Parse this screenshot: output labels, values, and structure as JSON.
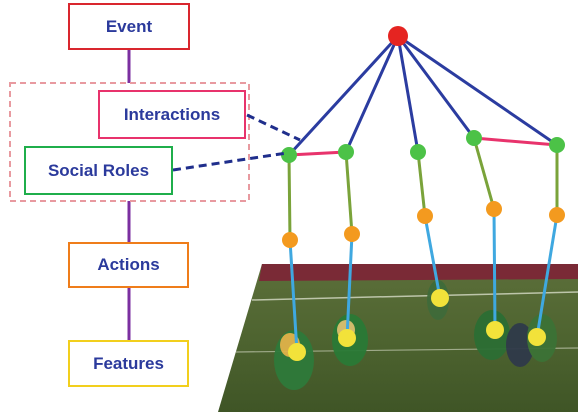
{
  "hierarchy": {
    "levels": [
      {
        "key": "event",
        "label": "Event",
        "color": "#d9262e"
      },
      {
        "key": "interactions",
        "label": "Interactions",
        "color": "#e8336c"
      },
      {
        "key": "social_roles",
        "label": "Social Roles",
        "color": "#1fae4b"
      },
      {
        "key": "actions",
        "label": "Actions",
        "color": "#ef7d1a"
      },
      {
        "key": "features",
        "label": "Features",
        "color": "#f2cf1d"
      }
    ],
    "link_color": "#7b2fa0",
    "group_box_color": "#e89aa0",
    "pointer_color": "#1f2e8c"
  },
  "graph": {
    "root_color": "#e52421",
    "edge_color": "#2b3ca0",
    "interaction_edge_color": "#e8336c",
    "role_action_edge_color": "#7aa33a",
    "action_feature_edge_color": "#3fa8e0",
    "node_colors": {
      "role": "#4cc247",
      "action": "#f39a1f",
      "feature": "#f2e23a"
    }
  },
  "scene": {
    "description_icon": "field-hockey-players-photo"
  }
}
